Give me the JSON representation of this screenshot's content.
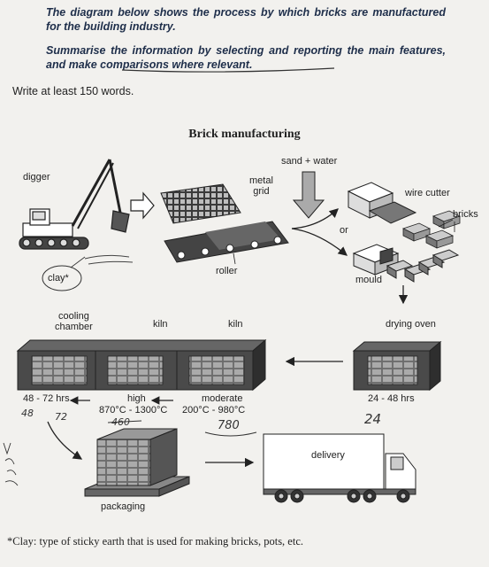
{
  "task": {
    "line1": "The diagram below shows the process by which bricks are manufactured for the building industry.",
    "line2": "Summarise the information by selecting and reporting the main features, and make comparisons where relevant."
  },
  "instruction": "Write at least 150 words.",
  "diagram": {
    "title": "Brick manufacturing",
    "labels": {
      "digger": "digger",
      "clay": "clay*",
      "metal_grid": "metal\ngrid",
      "roller": "roller",
      "sand_water": "sand + water",
      "or": "or",
      "wire_cutter": "wire cutter",
      "bricks": "bricks",
      "mould": "mould",
      "drying_oven": "drying oven",
      "cooling_chamber": "cooling\nchamber",
      "kiln1": "kiln",
      "kiln2": "kiln",
      "cooling_time": "48 - 72 hrs",
      "high": "high",
      "high_temp": "870°C - 1300°C",
      "moderate": "moderate",
      "moderate_temp": "200°C - 980°C",
      "drying_time": "24 - 48 hrs",
      "delivery": "delivery",
      "packaging": "packaging"
    }
  },
  "handwriting": {
    "n1": "460",
    "n2": "780",
    "n3": "24",
    "n4": "48",
    "n5": "72"
  },
  "footnote": "*Clay:  type of sticky earth that is used for making bricks, pots, etc.",
  "colors": {
    "ink": "#222222",
    "navy": "#1e2e4a",
    "box": "#4a4a4a",
    "box_dark": "#2e2e2e"
  }
}
